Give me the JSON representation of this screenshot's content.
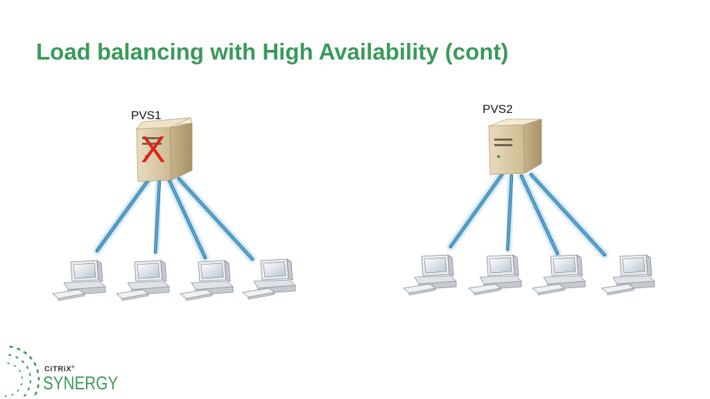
{
  "title": "Load balancing with High Availability (cont)",
  "colors": {
    "title": "#3a9a5a",
    "link": "#2f86b8",
    "failure": "#e2231a",
    "brand": "#3a9a5a"
  },
  "servers": [
    {
      "label": "PVS1",
      "status": "failed",
      "status_mark": "X",
      "icon": "server-tower-icon"
    },
    {
      "label": "PVS2",
      "status": "online",
      "icon": "server-tower-icon"
    }
  ],
  "clients_per_server": 4,
  "client_icon": "desktop-computer-icon",
  "logo": {
    "brand": "CiTRiX",
    "trademark": "®",
    "product": "SYNERGY",
    "icon": "citrix-synergy-logo-icon"
  }
}
